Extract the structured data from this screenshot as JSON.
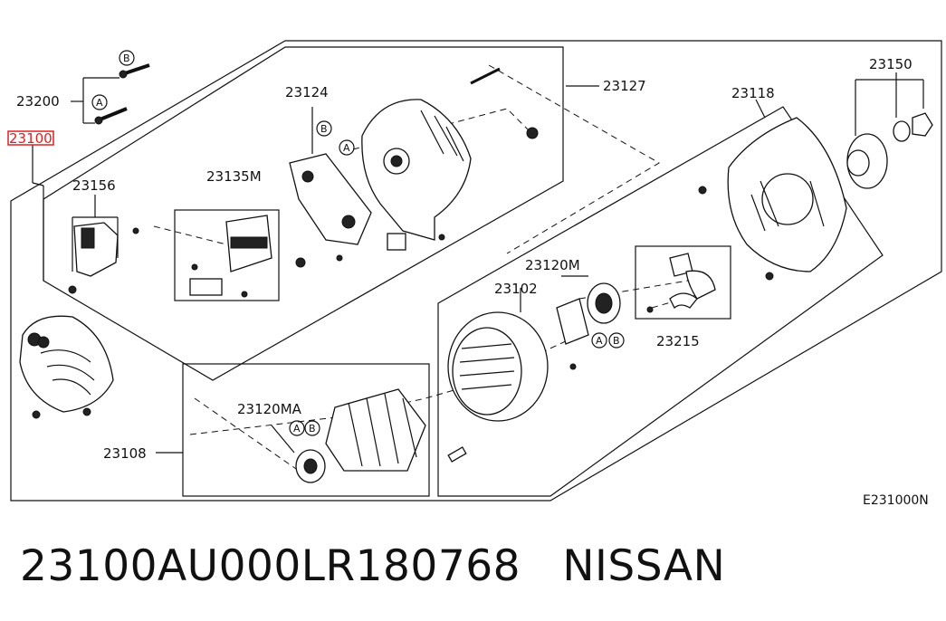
{
  "callouts": {
    "c23200": "23200",
    "c23100": "23100",
    "c23156": "23156",
    "c23135M": "23135M",
    "c23124": "23124",
    "c23127": "23127",
    "c23118": "23118",
    "c23150": "23150",
    "c23120M": "23120M",
    "c23102": "23102",
    "c23215": "23215",
    "c23120MA": "23120MA",
    "c23108": "23108"
  },
  "markers": {
    "a": "A",
    "b": "B"
  },
  "diagram_code": "E231000N",
  "footer": {
    "part_number": "23100AU000LR180768",
    "brand": "NISSAN"
  },
  "colors": {
    "highlight": "#e02020",
    "ink": "#111111"
  }
}
